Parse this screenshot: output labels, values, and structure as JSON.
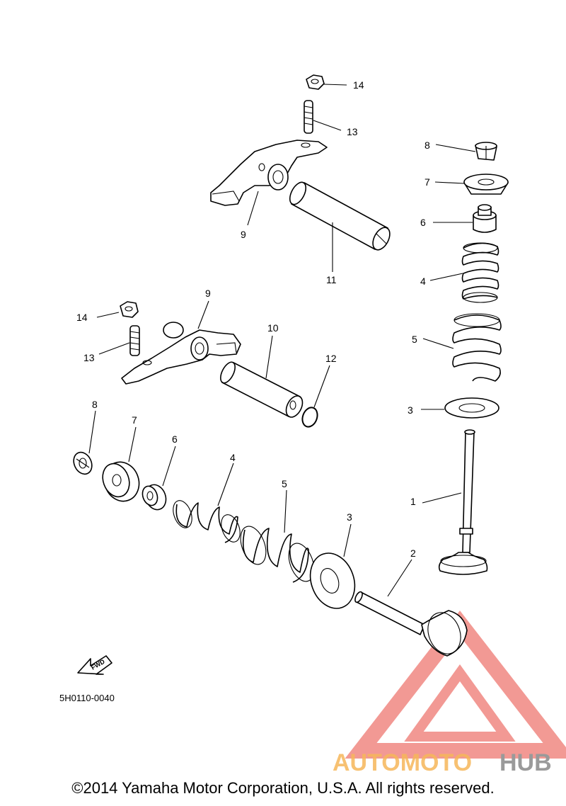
{
  "diagram": {
    "code": "5H0110-0040",
    "fwd_label": "FWD",
    "callouts": {
      "p1": "1",
      "p2": "2",
      "p3a": "3",
      "p3b": "3",
      "p4a": "4",
      "p4b": "4",
      "p5a": "5",
      "p5b": "5",
      "p6a": "6",
      "p6b": "6",
      "p7a": "7",
      "p7b": "7",
      "p8a": "8",
      "p8b": "8",
      "p9a": "9",
      "p9b": "9",
      "p10": "10",
      "p11": "11",
      "p12": "12",
      "p13a": "13",
      "p13b": "13",
      "p14a": "14",
      "p14b": "14"
    }
  },
  "watermark": {
    "text_a": "AUTOMOTO",
    "text_b": "HUB",
    "color_a": "#f6b75a",
    "color_b": "#9a9a9a",
    "triangle_color": "#e8473d"
  },
  "footer": {
    "copyright": "©2014 Yamaha Motor Corporation, U.S.A. All rights reserved."
  }
}
